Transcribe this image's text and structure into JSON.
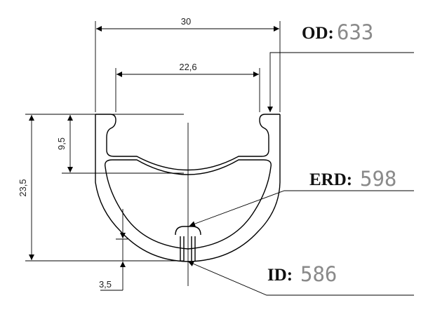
{
  "dimensions": {
    "outer_width": "30",
    "inner_width": "22,6",
    "bead_height": "9,5",
    "rim_depth": "23,5",
    "bottom_wall": "3,5"
  },
  "diameters": {
    "od": {
      "label": "OD:",
      "value": "633"
    },
    "erd": {
      "label": "ERD:",
      "value": "598"
    },
    "id": {
      "label": "ID:",
      "value": "586"
    }
  }
}
